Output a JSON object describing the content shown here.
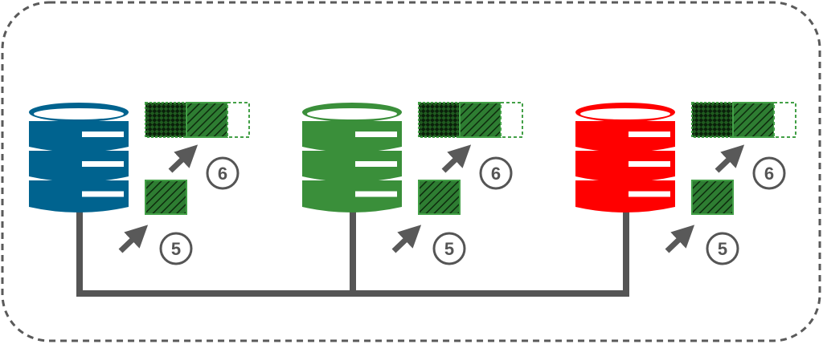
{
  "colors": {
    "frame": "#5a5a5a",
    "connector": "#555555",
    "arrow": "#595959",
    "block_fill": "#2e7d32",
    "block_outline": "#43a047"
  },
  "nodes": [
    {
      "id": "db-blue",
      "color": "#00638f",
      "badge_lower": "5",
      "badge_upper": "6"
    },
    {
      "id": "db-green",
      "color": "#3a8f3a",
      "badge_lower": "5",
      "badge_upper": "6"
    },
    {
      "id": "db-red",
      "color": "#ff0000",
      "badge_lower": "5",
      "badge_upper": "6"
    }
  ]
}
